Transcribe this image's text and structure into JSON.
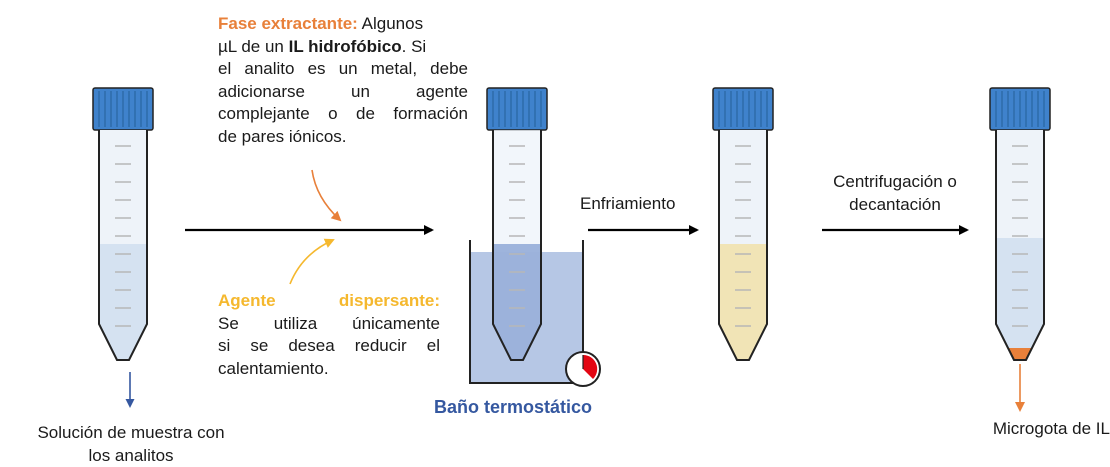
{
  "extractant": {
    "title": "Fase extractante:",
    "line1_rest": "Algunos",
    "line2_pre": "µL de un ",
    "line2_bold": "IL hidrofóbico",
    "line2_post": ". Si",
    "line3": "el analito es un metal, debe",
    "line4": "adicionarse un agente",
    "line5": "complejante o de formación",
    "line6": "de pares iónicos."
  },
  "dispersant": {
    "title": "Agente dispersante:",
    "line1": "Se utiliza únicamente",
    "line2": "si se desea reducir el",
    "line3": "calentamiento."
  },
  "labels": {
    "sample_line1": "Solución de muestra con",
    "sample_line2": "los analitos",
    "bath": "Baño termostático",
    "cooling": "Enfriamiento",
    "centrifuge_line1": "Centrifugación o",
    "centrifuge_line2": "decantación",
    "microdrop": "Microgota de IL"
  },
  "colors": {
    "cap": "#3f82cc",
    "cap_stripe": "#2c6aa8",
    "tube_outline": "#222222",
    "tube_empty": "#eef3f9",
    "liquid_blue": "#d5e2f1",
    "liquid_yellow": "#f1e4b6",
    "bath_fill": "#a9bde0",
    "bath_edge": "#222222",
    "orange": "#e8803a",
    "yellow": "#f5b82e",
    "blue_label": "#3558a0",
    "timer_red": "#e30613"
  }
}
